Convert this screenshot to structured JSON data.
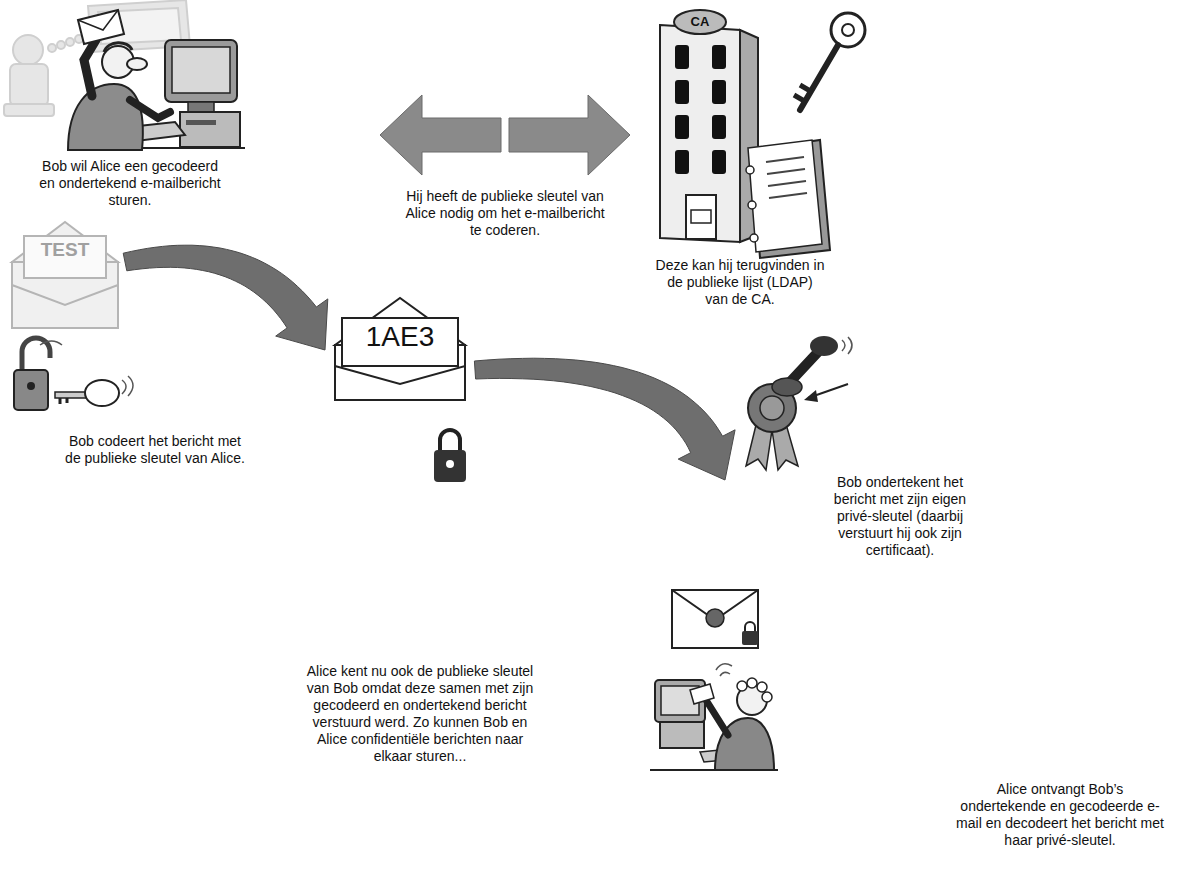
{
  "diagram": {
    "nodes": [
      {
        "text": [
          "Bob wil Alice een gecodeerd en ondertekend e-mailbericht sturen."
        ]
      },
      {
        "text": [
          "CA",
          "Deze kan hij terugvinden in de publieke lijst (LDAP) van de CA."
        ]
      },
      {
        "text": [
          "TEST"
        ]
      },
      {
        "text": [
          "1AE3"
        ]
      },
      {
        "text": [
          "Bob ondertekent het bericht met zijn eigen privé-sleutel (daarbij verstuurt hij ook zijn certificaat)."
        ]
      },
      {
        "text": [
          "Alice ontvangt Bob’s ondertekende en gecodeerde e-mail en decodeert het bericht met haar privé-sleutel."
        ]
      }
    ],
    "edges": [
      {
        "from": 0,
        "to": 1,
        "arrow": "both",
        "label": "Hij heeft de publieke sleutel van Alice nodig om het e-mailbericht te coderen."
      },
      {
        "from": 2,
        "to": 3,
        "arrow": "to"
      },
      {
        "from": 3,
        "to": 4,
        "arrow": "to"
      }
    ],
    "labels": [
      "Bob codeert het bericht met de publieke sleutel van Alice.",
      "Alice kent nu ook de publieke sleutel van Bob omdat deze samen met zijn gecodeerd en ondertekend bericht verstuurd werd. Zo kunnen Bob en Alice confidentiële berichten naar elkaar sturen..."
    ]
  }
}
